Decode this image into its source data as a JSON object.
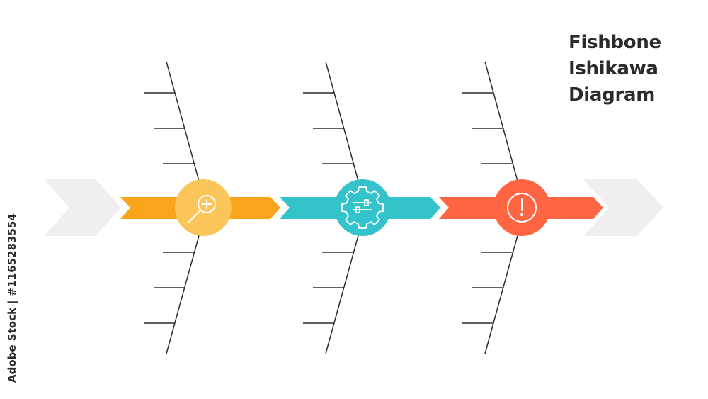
{
  "title": {
    "line1": "Fishbone",
    "line2": "Ishikawa",
    "line3": "Diagram"
  },
  "side_text": "Adobe Stock | #1165283554",
  "colors": {
    "segment_1": "#f9a51c",
    "segment_1_circle": "#fbc55a",
    "segment_2": "#35c3cb",
    "segment_3": "#ff6542",
    "chevron": "#efefef",
    "bone": "#2b2b2b",
    "icon": "#ffffff"
  },
  "segments": [
    {
      "name": "segment-1",
      "icon": "magnifier-plus-icon"
    },
    {
      "name": "segment-2",
      "icon": "gear-sliders-icon"
    },
    {
      "name": "segment-3",
      "icon": "alert-icon"
    }
  ]
}
